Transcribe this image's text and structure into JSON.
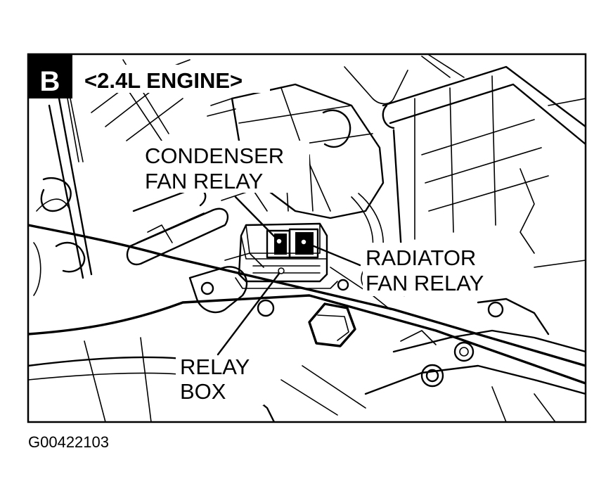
{
  "badge": "B",
  "engine": "<2.4L ENGINE>",
  "labels": {
    "condenser_line1": "CONDENSER",
    "condenser_line2": "FAN RELAY",
    "radiator_line1": "RADIATOR",
    "radiator_line2": "FAN RELAY",
    "relaybox_line1": "RELAY",
    "relaybox_line2": "BOX"
  },
  "figure_id": "G00422103"
}
